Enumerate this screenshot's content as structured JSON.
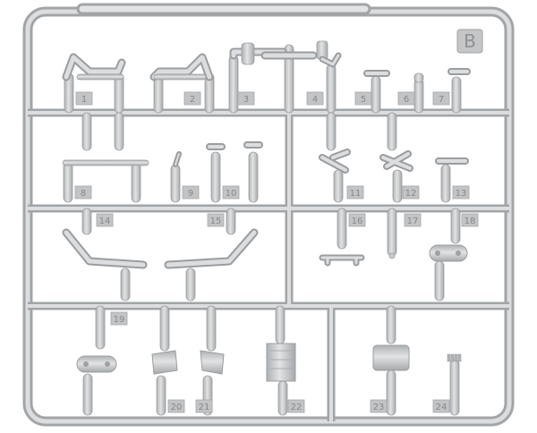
{
  "sprue": {
    "letter": "B",
    "colors": {
      "plastic": "#c9cbcc",
      "plastic_dark": "#9ea1a3",
      "plastic_light": "#e3e4e5",
      "tag_fill": "#bfc1c3",
      "tag_text": "#8a8d90",
      "background": "#ffffff"
    },
    "part_numbers": [
      "1",
      "2",
      "3",
      "4",
      "5",
      "6",
      "7",
      "8",
      "9",
      "10",
      "11",
      "12",
      "13",
      "14",
      "15",
      "16",
      "17",
      "18",
      "19",
      "20",
      "21",
      "22",
      "23",
      "24"
    ]
  }
}
